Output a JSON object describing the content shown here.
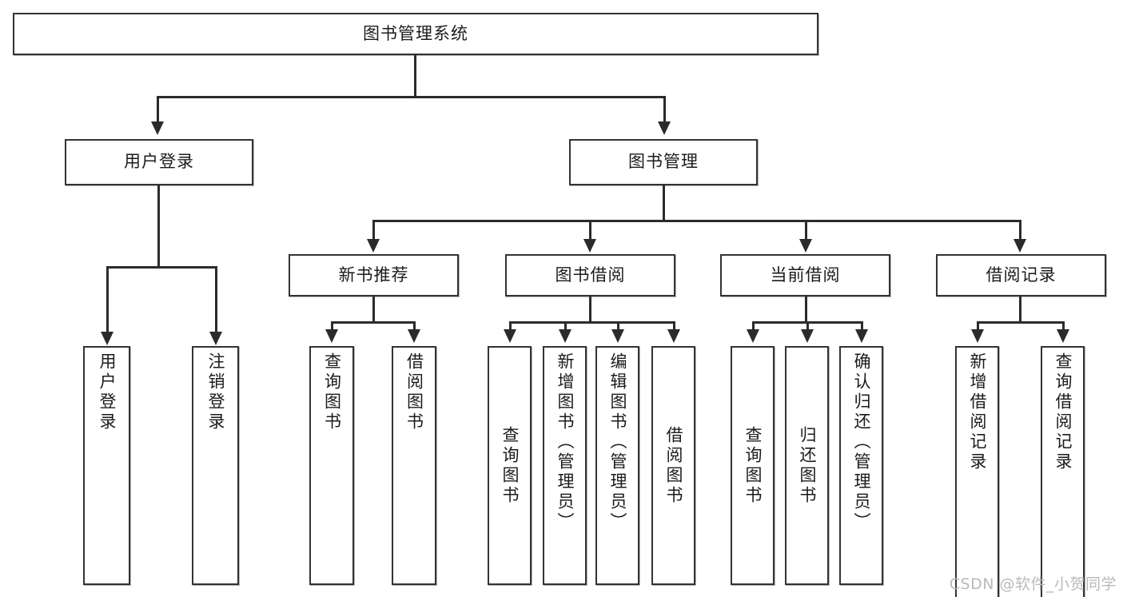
{
  "diagram": {
    "type": "tree",
    "title": "图书管理系统",
    "root": {
      "label": "图书管理系统"
    },
    "level2": [
      {
        "id": "user-login",
        "label": "用户登录"
      },
      {
        "id": "book-manage",
        "label": "图书管理"
      }
    ],
    "level3": [
      {
        "id": "new-book-recommend",
        "label": "新书推荐"
      },
      {
        "id": "book-borrow",
        "label": "图书借阅"
      },
      {
        "id": "current-borrow",
        "label": "当前借阅"
      },
      {
        "id": "borrow-record",
        "label": "借阅记录"
      }
    ],
    "leaves": {
      "user_login": [
        {
          "id": "leaf-user-login",
          "label": "用户登录"
        },
        {
          "id": "leaf-user-logout",
          "label": "注销登录"
        }
      ],
      "new_book_recommend": [
        {
          "id": "leaf-query-book-1",
          "label": "查询图书"
        },
        {
          "id": "leaf-borrow-book-1",
          "label": "借阅图书"
        }
      ],
      "book_borrow": [
        {
          "id": "leaf-query-book-2",
          "label": "查询图书"
        },
        {
          "id": "leaf-add-book",
          "label": "新增图书（管理员）"
        },
        {
          "id": "leaf-edit-book",
          "label": "编辑图书（管理员）"
        },
        {
          "id": "leaf-borrow-book-2",
          "label": "借阅图书"
        }
      ],
      "current_borrow": [
        {
          "id": "leaf-query-book-3",
          "label": "查询图书"
        },
        {
          "id": "leaf-return-book",
          "label": "归还图书"
        },
        {
          "id": "leaf-confirm-return",
          "label": "确认归还（管理员）"
        }
      ],
      "borrow_record": [
        {
          "id": "leaf-add-record",
          "label": "新增借阅记录"
        },
        {
          "id": "leaf-query-record",
          "label": "查询借阅记录"
        }
      ]
    }
  },
  "watermark": {
    "text": "CSDN @软件_小贺同学"
  },
  "colors": {
    "box_border": "#333333",
    "connector": "#2b2b2b",
    "background": "#ffffff",
    "text": "#1b1b1b",
    "watermark": "#b9b9b9"
  }
}
